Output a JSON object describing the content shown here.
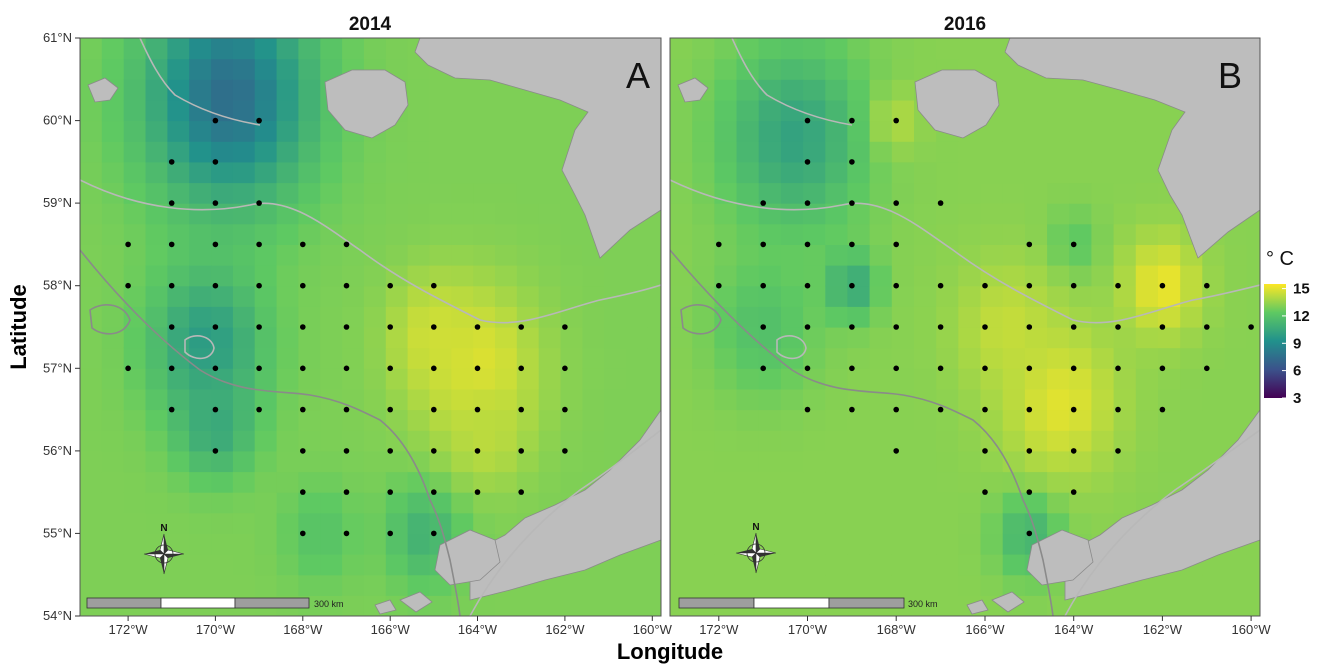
{
  "panels": [
    {
      "title": "2014",
      "letter": "A"
    },
    {
      "title": "2016",
      "letter": "B"
    }
  ],
  "axes": {
    "x_title": "Longitude",
    "y_title": "Latitude",
    "x_ticks": [
      "172°W",
      "170°W",
      "168°W",
      "166°W",
      "164°W",
      "162°W",
      "160°W"
    ],
    "x_tick_values": [
      -172,
      -170,
      -168,
      -166,
      -164,
      -162,
      -160
    ],
    "y_ticks": [
      "54°N",
      "55°N",
      "56°N",
      "57°N",
      "58°N",
      "59°N",
      "60°N",
      "61°N"
    ],
    "y_tick_values": [
      54,
      55,
      56,
      57,
      58,
      59,
      60,
      61
    ],
    "x_range": [
      -173.1,
      -159.8
    ],
    "y_range": [
      54,
      61
    ]
  },
  "legend": {
    "title": "° C",
    "labels": [
      "15",
      "12",
      "9",
      "6",
      "3"
    ],
    "values": [
      15,
      12,
      9,
      6,
      3
    ],
    "range": [
      3,
      15.5
    ]
  },
  "scale_bar": {
    "label": "300 km"
  },
  "compass": {
    "label": "N"
  },
  "colors": {
    "land": "#bdbdbd",
    "contour_dark": "#8a8a8a",
    "contour_light": "#b8b8b8",
    "station": "#000000",
    "panel_border": "#555555"
  },
  "chart_data": [
    {
      "type": "heatmap",
      "title": "2014",
      "xlabel": "Longitude",
      "ylabel": "Latitude",
      "xlim": [
        -173.1,
        -159.8
      ],
      "ylim": [
        54,
        61
      ],
      "value_unit": "° C",
      "stations": [
        [
          -170,
          60
        ],
        [
          -169,
          60
        ],
        [
          -171,
          59.5
        ],
        [
          -170,
          59.5
        ],
        [
          -171,
          59
        ],
        [
          -170,
          59
        ],
        [
          -169,
          59
        ],
        [
          -172,
          58.5
        ],
        [
          -171,
          58.5
        ],
        [
          -170,
          58.5
        ],
        [
          -169,
          58.5
        ],
        [
          -168,
          58.5
        ],
        [
          -167,
          58.5
        ],
        [
          -172,
          58
        ],
        [
          -171,
          58
        ],
        [
          -170,
          58
        ],
        [
          -169,
          58
        ],
        [
          -168,
          58
        ],
        [
          -167,
          58
        ],
        [
          -166,
          58
        ],
        [
          -165,
          58
        ],
        [
          -171,
          57.5
        ],
        [
          -170,
          57.5
        ],
        [
          -169,
          57.5
        ],
        [
          -168,
          57.5
        ],
        [
          -167,
          57.5
        ],
        [
          -166,
          57.5
        ],
        [
          -165,
          57.5
        ],
        [
          -164,
          57.5
        ],
        [
          -163,
          57.5
        ],
        [
          -162,
          57.5
        ],
        [
          -172,
          57
        ],
        [
          -171,
          57
        ],
        [
          -170,
          57
        ],
        [
          -169,
          57
        ],
        [
          -168,
          57
        ],
        [
          -167,
          57
        ],
        [
          -166,
          57
        ],
        [
          -165,
          57
        ],
        [
          -164,
          57
        ],
        [
          -163,
          57
        ],
        [
          -162,
          57
        ],
        [
          -171,
          56.5
        ],
        [
          -170,
          56.5
        ],
        [
          -169,
          56.5
        ],
        [
          -168,
          56.5
        ],
        [
          -167,
          56.5
        ],
        [
          -166,
          56.5
        ],
        [
          -165,
          56.5
        ],
        [
          -164,
          56.5
        ],
        [
          -163,
          56.5
        ],
        [
          -162,
          56.5
        ],
        [
          -170,
          56
        ],
        [
          -168,
          56
        ],
        [
          -167,
          56
        ],
        [
          -166,
          56
        ],
        [
          -165,
          56
        ],
        [
          -164,
          56
        ],
        [
          -163,
          56
        ],
        [
          -162,
          56
        ],
        [
          -168,
          55.5
        ],
        [
          -167,
          55.5
        ],
        [
          -166,
          55.5
        ],
        [
          -165,
          55.5
        ],
        [
          -164,
          55.5
        ],
        [
          -163,
          55.5
        ],
        [
          -168,
          55
        ],
        [
          -167,
          55
        ],
        [
          -166,
          55
        ],
        [
          -165,
          55
        ]
      ],
      "temperature_anchors": [
        {
          "lon": -169.7,
          "lat": 60.3,
          "value": 7.5,
          "spread": 1.3
        },
        {
          "lon": -170.2,
          "lat": 57.3,
          "value": 9.8,
          "spread": 0.9
        },
        {
          "lon": -170.0,
          "lat": 56.3,
          "value": 10.5,
          "spread": 0.6
        },
        {
          "lon": -165.2,
          "lat": 55.0,
          "value": 11.0,
          "spread": 0.6
        },
        {
          "lon": -167.6,
          "lat": 55.0,
          "value": 12.0,
          "spread": 0.6
        },
        {
          "lon": -164.0,
          "lat": 57.0,
          "value": 15.0,
          "spread": 1.0
        },
        {
          "lon": -165.0,
          "lat": 57.4,
          "value": 14.6,
          "spread": 0.7
        },
        {
          "lon": -163.8,
          "lat": 56.2,
          "value": 14.2,
          "spread": 0.6
        }
      ],
      "base_value": 13.0
    },
    {
      "type": "heatmap",
      "title": "2016",
      "xlabel": "Longitude",
      "ylabel": "Latitude",
      "xlim": [
        -173.1,
        -159.8
      ],
      "ylim": [
        54,
        61
      ],
      "value_unit": "° C",
      "stations": [
        [
          -170,
          60
        ],
        [
          -169,
          60
        ],
        [
          -168,
          60
        ],
        [
          -170,
          59.5
        ],
        [
          -169,
          59.5
        ],
        [
          -171,
          59
        ],
        [
          -170,
          59
        ],
        [
          -169,
          59
        ],
        [
          -168,
          59
        ],
        [
          -167,
          59
        ],
        [
          -172,
          58.5
        ],
        [
          -171,
          58.5
        ],
        [
          -170,
          58.5
        ],
        [
          -169,
          58.5
        ],
        [
          -168,
          58.5
        ],
        [
          -165,
          58.5
        ],
        [
          -164,
          58.5
        ],
        [
          -172,
          58
        ],
        [
          -171,
          58
        ],
        [
          -170,
          58
        ],
        [
          -169,
          58
        ],
        [
          -168,
          58
        ],
        [
          -167,
          58
        ],
        [
          -166,
          58
        ],
        [
          -165,
          58
        ],
        [
          -164,
          58
        ],
        [
          -163,
          58
        ],
        [
          -162,
          58
        ],
        [
          -161,
          58
        ],
        [
          -171,
          57.5
        ],
        [
          -170,
          57.5
        ],
        [
          -169,
          57.5
        ],
        [
          -168,
          57.5
        ],
        [
          -167,
          57.5
        ],
        [
          -166,
          57.5
        ],
        [
          -165,
          57.5
        ],
        [
          -164,
          57.5
        ],
        [
          -163,
          57.5
        ],
        [
          -162,
          57.5
        ],
        [
          -161,
          57.5
        ],
        [
          -160,
          57.5
        ],
        [
          -171,
          57
        ],
        [
          -170,
          57
        ],
        [
          -169,
          57
        ],
        [
          -168,
          57
        ],
        [
          -167,
          57
        ],
        [
          -166,
          57
        ],
        [
          -165,
          57
        ],
        [
          -164,
          57
        ],
        [
          -163,
          57
        ],
        [
          -162,
          57
        ],
        [
          -161,
          57
        ],
        [
          -170,
          56.5
        ],
        [
          -169,
          56.5
        ],
        [
          -168,
          56.5
        ],
        [
          -167,
          56.5
        ],
        [
          -166,
          56.5
        ],
        [
          -165,
          56.5
        ],
        [
          -164,
          56.5
        ],
        [
          -163,
          56.5
        ],
        [
          -162,
          56.5
        ],
        [
          -168,
          56
        ],
        [
          -166,
          56
        ],
        [
          -165,
          56
        ],
        [
          -164,
          56
        ],
        [
          -163,
          56
        ],
        [
          -166,
          55.5
        ],
        [
          -165,
          55.5
        ],
        [
          -164,
          55.5
        ],
        [
          -165,
          55
        ]
      ],
      "temperature_anchors": [
        {
          "lon": -170.3,
          "lat": 59.8,
          "value": 10.2,
          "spread": 1.1
        },
        {
          "lon": -171.0,
          "lat": 57.5,
          "value": 11.8,
          "spread": 0.8
        },
        {
          "lon": -169.0,
          "lat": 58.0,
          "value": 10.5,
          "spread": 0.4
        },
        {
          "lon": -165.0,
          "lat": 55.0,
          "value": 11.0,
          "spread": 0.5
        },
        {
          "lon": -164.0,
          "lat": 58.5,
          "value": 12.2,
          "spread": 0.4
        },
        {
          "lon": -162.0,
          "lat": 58.0,
          "value": 15.2,
          "spread": 0.6
        },
        {
          "lon": -164.3,
          "lat": 56.6,
          "value": 15.0,
          "spread": 0.9
        },
        {
          "lon": -165.5,
          "lat": 57.5,
          "value": 14.4,
          "spread": 0.8
        },
        {
          "lon": -168.0,
          "lat": 60.0,
          "value": 14.0,
          "spread": 0.4
        }
      ],
      "base_value": 13.2
    }
  ]
}
